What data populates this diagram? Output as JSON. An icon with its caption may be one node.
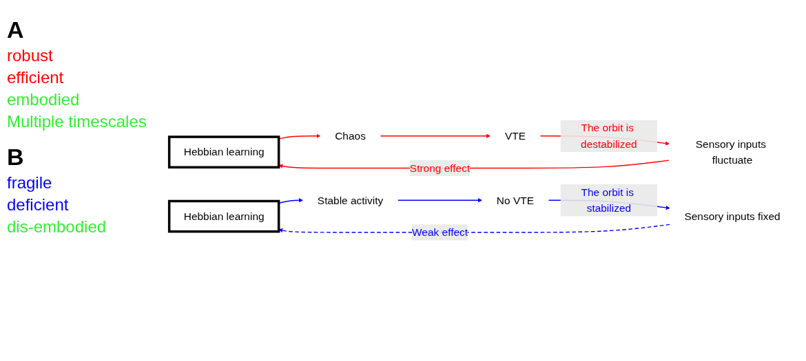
{
  "diagram": {
    "nodes": [
      {
        "text": [
          "Hebbian learning"
        ]
      },
      {
        "text": [
          "Chaos"
        ]
      },
      {
        "text": [
          "VTE"
        ]
      },
      {
        "text": [
          "Sensory inputs fluctuate"
        ]
      },
      {
        "text": [
          "Hebbian learning"
        ]
      },
      {
        "text": [
          "Stable activity"
        ]
      },
      {
        "text": [
          "No VTE"
        ]
      },
      {
        "text": [
          "Sensory inputs fixed"
        ]
      }
    ],
    "edges": [
      {
        "from": 0,
        "to": 1,
        "arrow": "to",
        "color": "#ff0000"
      },
      {
        "from": 1,
        "to": 2,
        "arrow": "to",
        "color": "#ff0000"
      },
      {
        "from": 2,
        "to": 3,
        "arrow": "to",
        "label": "The orbit is destabilized",
        "color": "#ff0000"
      },
      {
        "from": 3,
        "to": 0,
        "arrow": "to",
        "label": "Strong effect",
        "color": "#ff0000"
      },
      {
        "from": 4,
        "to": 5,
        "arrow": "to",
        "color": "#0000ff"
      },
      {
        "from": 5,
        "to": 6,
        "arrow": "to",
        "color": "#0000ff"
      },
      {
        "from": 6,
        "to": 7,
        "arrow": "to",
        "label": "The orbit is stabilized",
        "color": "#0000ff"
      },
      {
        "from": 7,
        "to": 4,
        "arrow": "to",
        "label": "Weak effect",
        "style": "dashed",
        "color": "#0000ff"
      }
    ],
    "labels": [
      "A",
      "robust",
      "efficient",
      "embodied",
      "Multiple timescales",
      "B",
      "fragile",
      "deficient",
      "dis-embodied"
    ]
  }
}
